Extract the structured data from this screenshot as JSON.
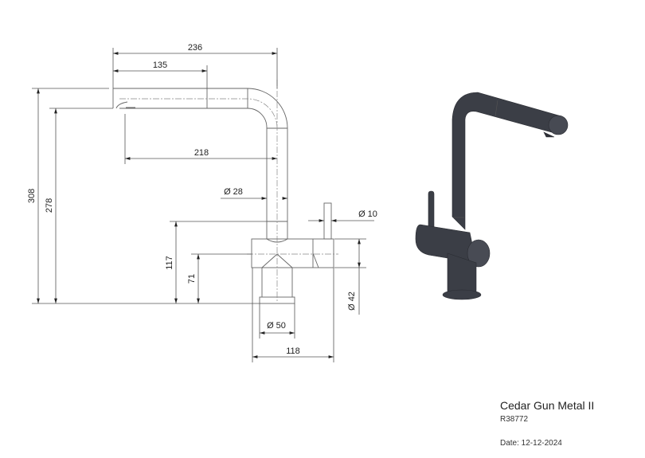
{
  "product": {
    "name": "Cedar Gun Metal II",
    "code": "R38772",
    "date": "Date: 12-12-2024"
  },
  "dimensions": {
    "spout_reach": "236",
    "pullout_length": "135",
    "outlet_reach": "218",
    "total_height": "308",
    "outlet_height": "278",
    "pipe_diameter": "Ø 28",
    "lever_diameter": "Ø 10",
    "body_height": "117",
    "body_center_height": "71",
    "body_diameter": "Ø 42",
    "base_diameter": "Ø 50",
    "body_width": "118"
  },
  "colors": {
    "faucet": "#3b3e46",
    "line": "#555555"
  }
}
